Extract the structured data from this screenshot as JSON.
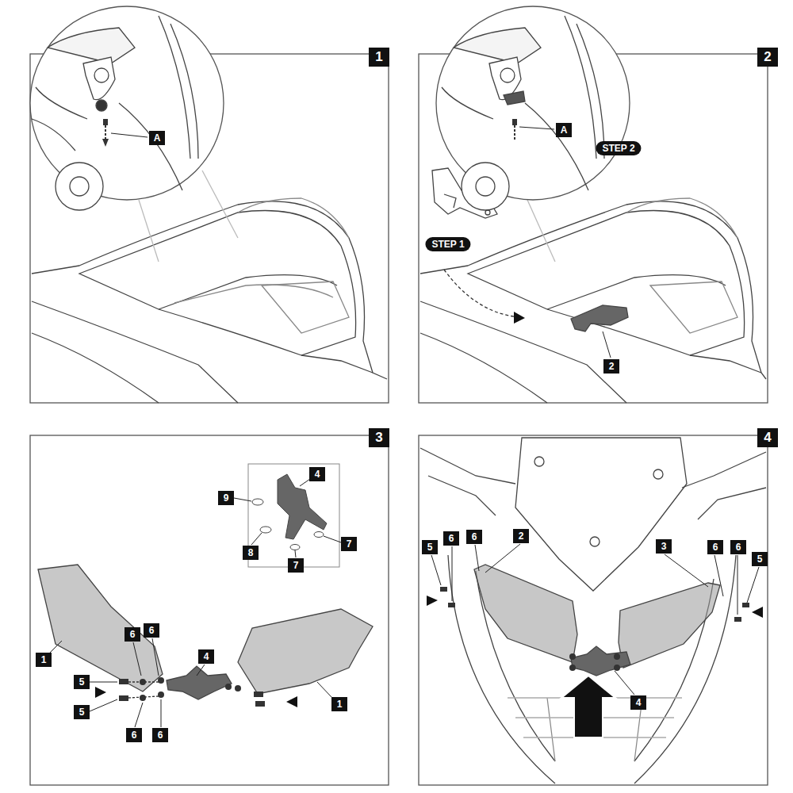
{
  "diagram": {
    "labels": [
      "1",
      "A",
      "2",
      "A",
      "STEP 2",
      "STEP 1",
      "2",
      "3",
      "4",
      "9",
      "8",
      "7",
      "7",
      "1",
      "6",
      "6",
      "4",
      "5",
      "5",
      "6",
      "6",
      "1",
      "4",
      "5",
      "6",
      "6",
      "2",
      "3",
      "6",
      "6",
      "5",
      "4"
    ]
  }
}
